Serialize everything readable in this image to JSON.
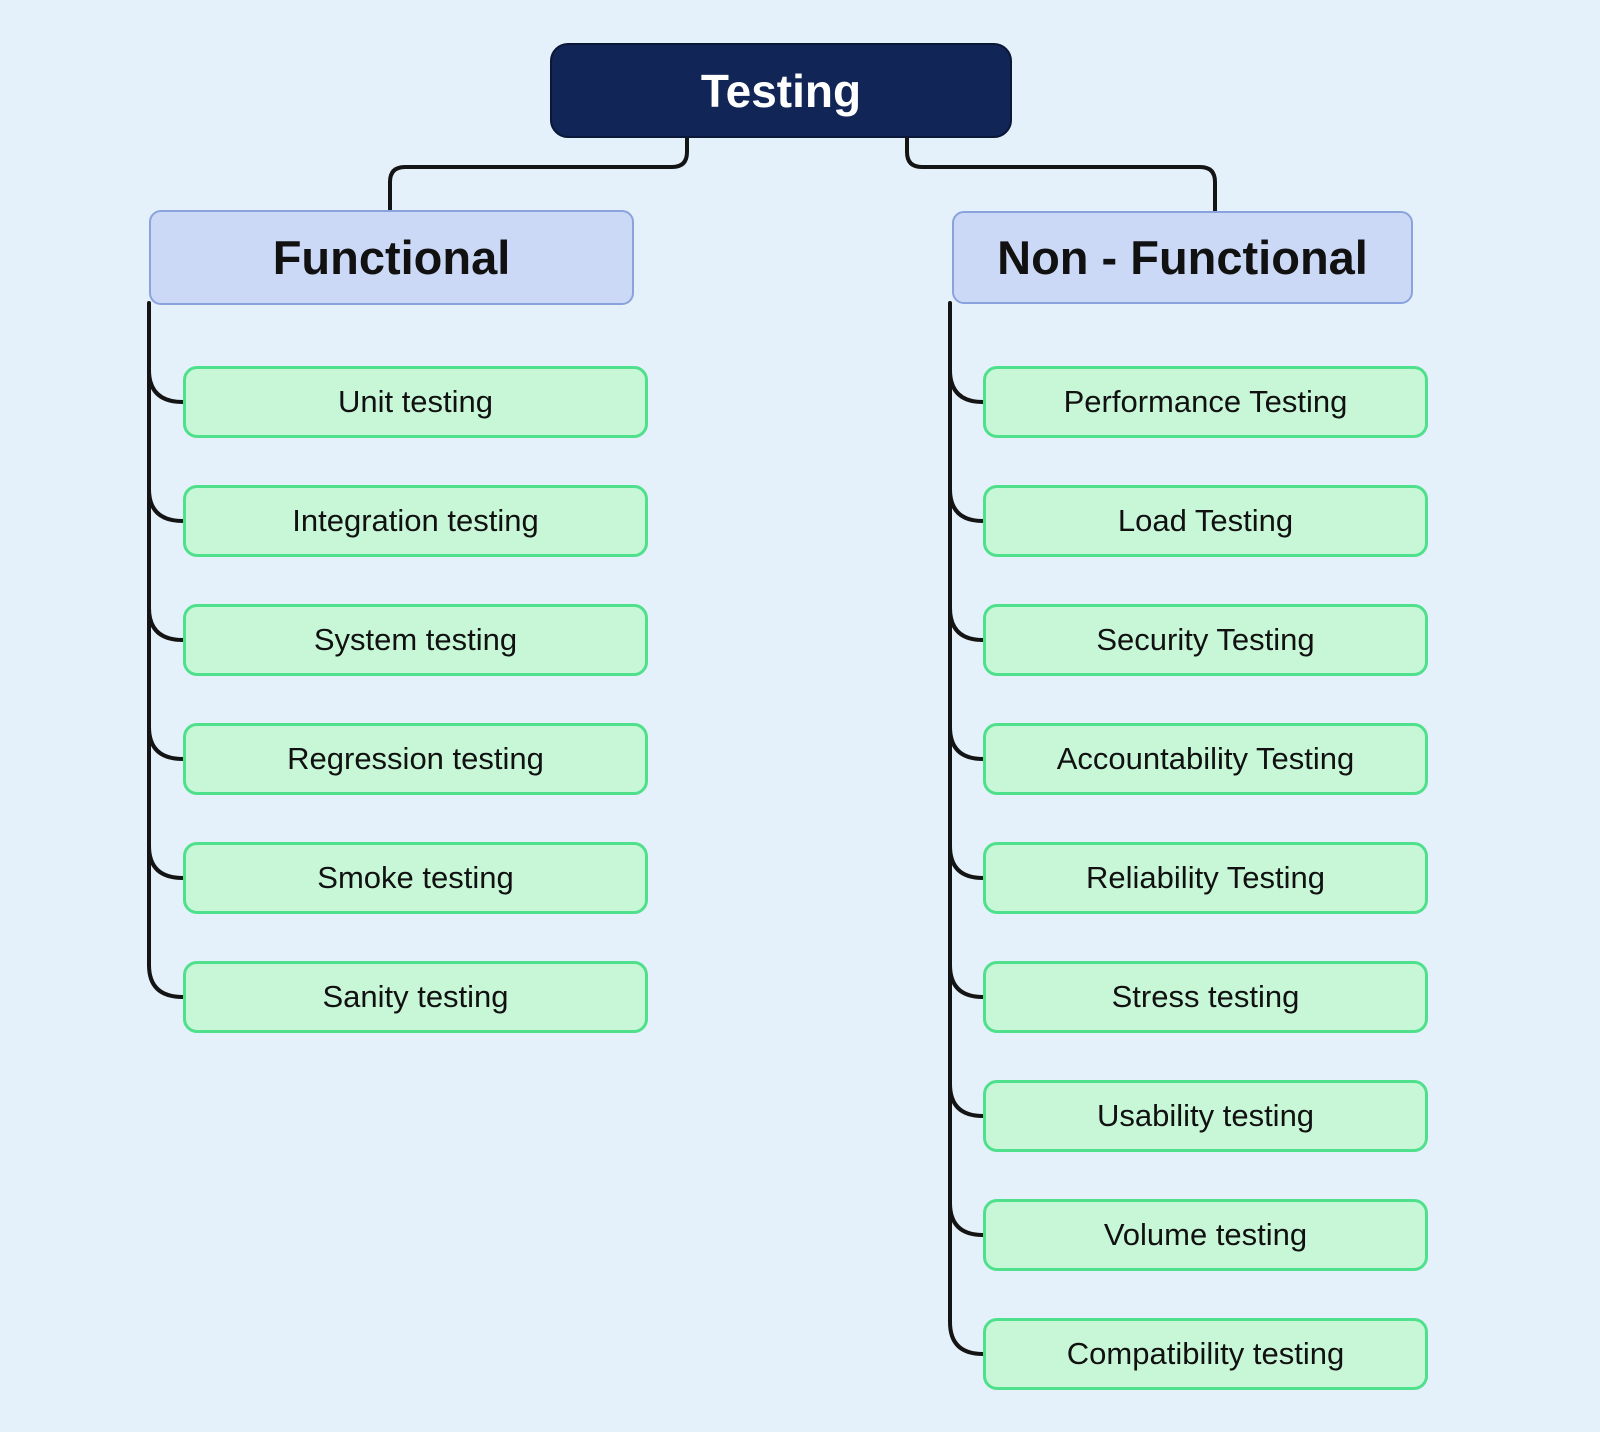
{
  "page": {
    "background": "#e4f1fb",
    "description_label": "Testing types tree diagram"
  },
  "palette": {
    "root_fill": "#112556",
    "root_text": "#ffffff",
    "branch_fill": "#ccd9f6",
    "branch_border": "#8ba3dc",
    "leaf_fill": "#c8f7d8",
    "leaf_border": "#4fe08b",
    "leaf_text": "#111111",
    "connector": "#141414"
  },
  "tree": {
    "root": {
      "label": "Testing"
    },
    "branches": [
      {
        "label": "Functional",
        "children": [
          "Unit testing",
          "Integration testing",
          "System testing",
          "Regression testing",
          "Smoke testing",
          "Sanity testing"
        ]
      },
      {
        "label": "Non - Functional",
        "children": [
          "Performance Testing",
          "Load Testing",
          "Security Testing",
          "Accountability Testing",
          "Reliability Testing",
          "Stress testing",
          "Usability testing",
          "Volume testing",
          "Compatibility testing"
        ]
      }
    ]
  }
}
